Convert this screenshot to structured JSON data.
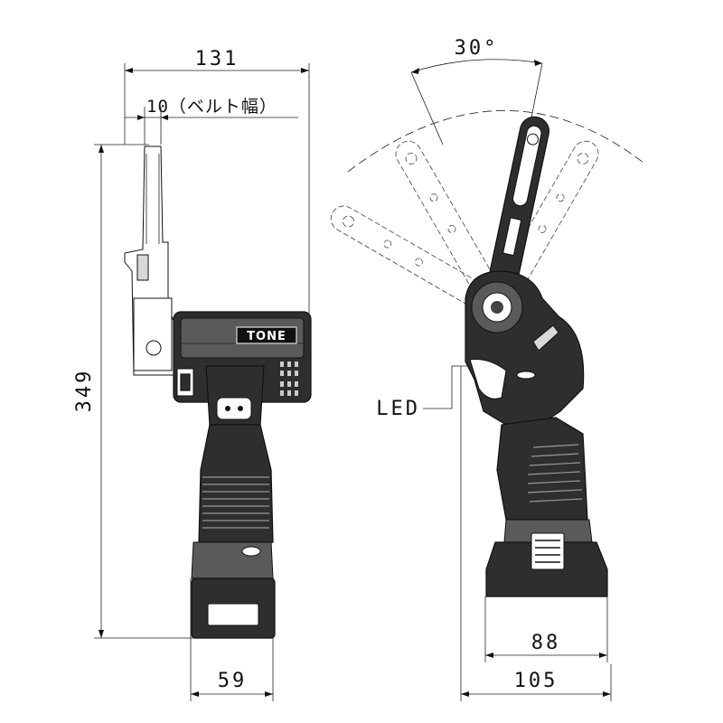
{
  "dimensions": {
    "width_overall": "131",
    "belt_width": "10（ベルト幅）",
    "height_overall": "349",
    "battery_width_side": "59",
    "swing_angle": "30°",
    "base_width": "88",
    "width_front": "105"
  },
  "labels": {
    "led": "LED",
    "brand_logo": "TONE"
  }
}
